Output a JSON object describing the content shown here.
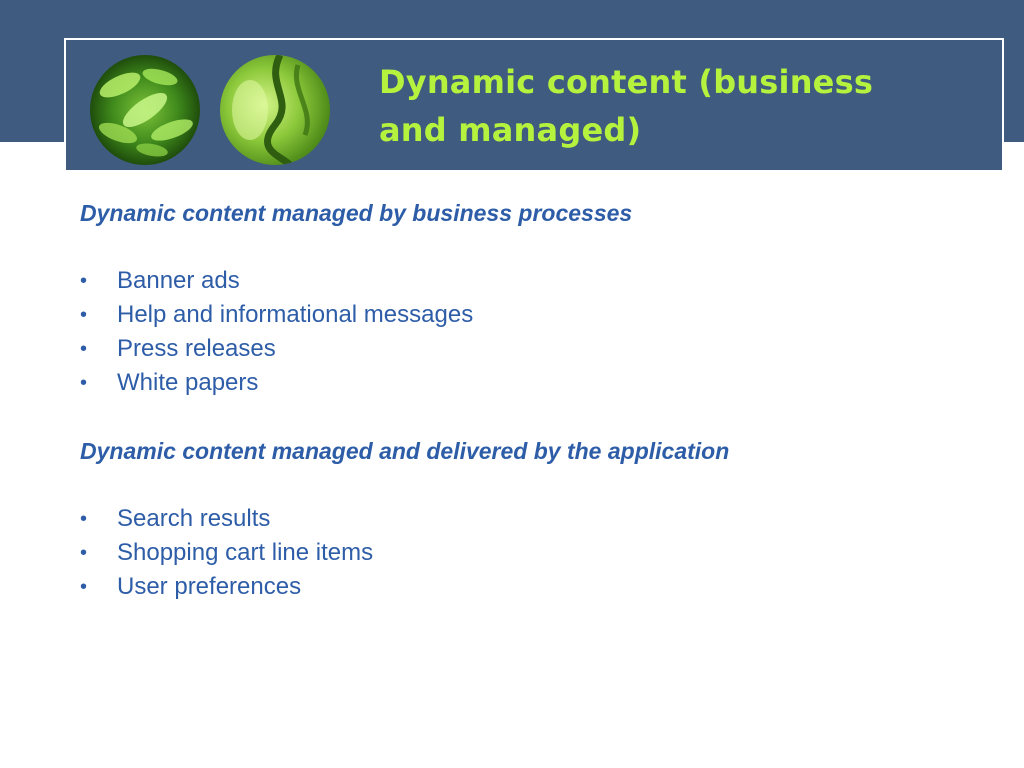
{
  "slide": {
    "title": "Dynamic content (business\nand managed)",
    "colors": {
      "header_background": "#3f5b7f",
      "title_text": "#b5f23e",
      "body_text": "#2e5da8",
      "page_background": "#ffffff"
    },
    "header_images": [
      {
        "name": "green-leaves-image",
        "kind": "decorative-photo"
      },
      {
        "name": "green-leaf-closeup-image",
        "kind": "decorative-photo"
      }
    ]
  },
  "sections": [
    {
      "heading": "Dynamic content managed by business processes",
      "items": [
        "Banner ads",
        "Help and informational messages",
        "Press releases",
        "White papers"
      ]
    },
    {
      "heading": "Dynamic content managed and delivered by the application",
      "items": [
        "Search results",
        "Shopping cart line items",
        "User preferences"
      ]
    }
  ],
  "bullet_glyph": "•"
}
